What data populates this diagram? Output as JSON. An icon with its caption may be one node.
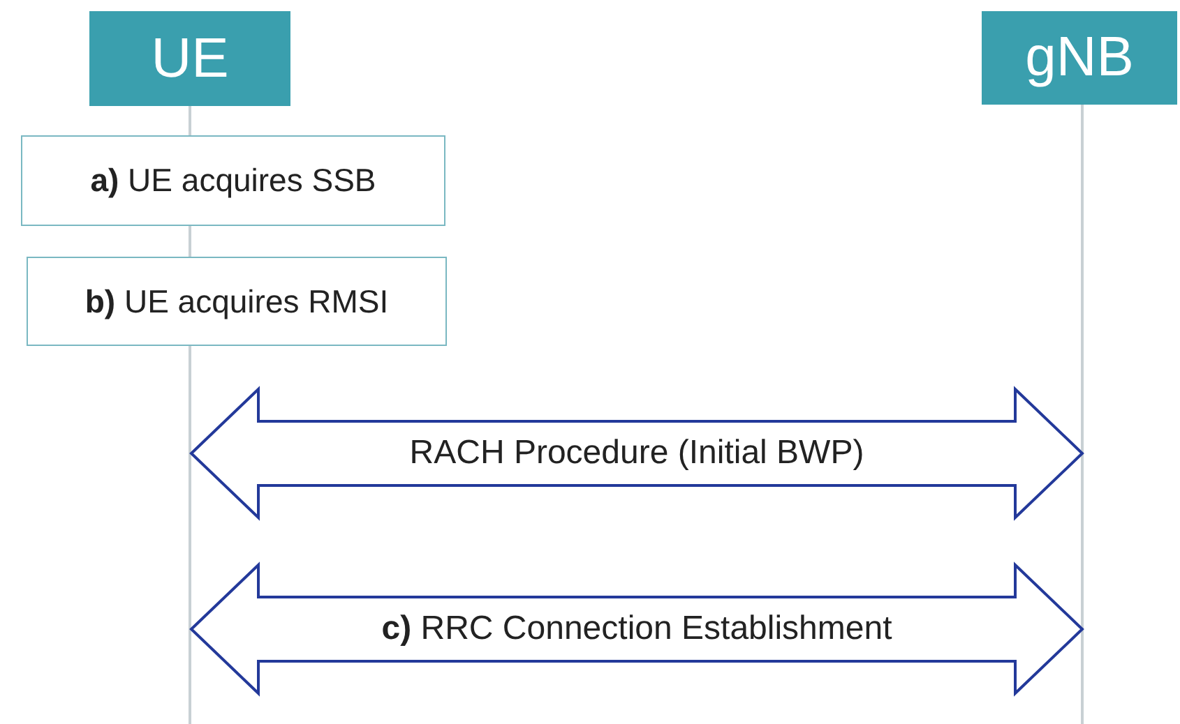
{
  "diagram": {
    "nodes": [
      {
        "text": [
          "UE"
        ]
      },
      {
        "text": [
          "gNB"
        ]
      },
      {
        "text": [
          "**a)** UE acquires SSB"
        ]
      },
      {
        "text": [
          "**b)** UE acquires RMSI"
        ]
      }
    ],
    "edges": [
      {
        "from": 0,
        "to": 1,
        "arrow": "both",
        "label": "RACH Procedure (Initial BWP)",
        "style": "thick"
      },
      {
        "from": 0,
        "to": 1,
        "arrow": "both",
        "label": "**c)** RRC Connection Establishment",
        "style": "thick"
      }
    ]
  }
}
